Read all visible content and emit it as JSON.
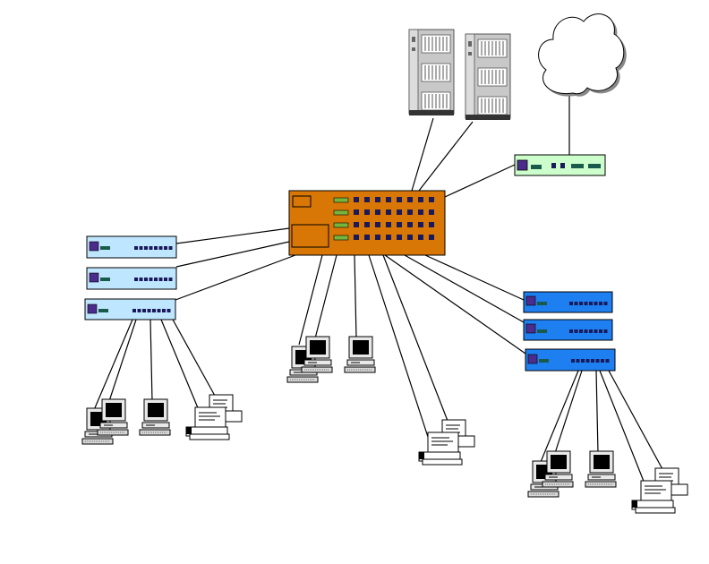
{
  "diagram": {
    "nodes": [
      {
        "id": "core-switch",
        "type": "chassis-switch",
        "color": "#d97706"
      },
      {
        "id": "server-1",
        "type": "tower-server",
        "color": "#c8c8c8"
      },
      {
        "id": "server-2",
        "type": "tower-server",
        "color": "#c8c8c8"
      },
      {
        "id": "wan-cloud",
        "type": "cloud",
        "color": "#ffffff"
      },
      {
        "id": "router",
        "type": "router",
        "color": "#ccffcc"
      },
      {
        "id": "left-hub-1",
        "type": "hub",
        "color": "#bfe6ff"
      },
      {
        "id": "left-hub-2",
        "type": "hub",
        "color": "#bfe6ff"
      },
      {
        "id": "left-hub-3",
        "type": "hub",
        "color": "#bfe6ff"
      },
      {
        "id": "right-hub-1",
        "type": "hub",
        "color": "#1e7ff0"
      },
      {
        "id": "right-hub-2",
        "type": "hub",
        "color": "#1e7ff0"
      },
      {
        "id": "right-hub-3",
        "type": "hub",
        "color": "#1e7ff0"
      },
      {
        "id": "left-workstation-1",
        "type": "workstation",
        "icon": "computer-icon"
      },
      {
        "id": "left-workstation-2",
        "type": "workstation",
        "icon": "computer-icon"
      },
      {
        "id": "left-workstation-3",
        "type": "workstation",
        "icon": "computer-icon"
      },
      {
        "id": "left-printer",
        "type": "printer",
        "icon": "printer-icon"
      },
      {
        "id": "center-workstation-1",
        "type": "workstation",
        "icon": "computer-icon"
      },
      {
        "id": "center-workstation-2",
        "type": "workstation",
        "icon": "computer-icon"
      },
      {
        "id": "center-workstation-3",
        "type": "workstation",
        "icon": "computer-icon"
      },
      {
        "id": "center-printer",
        "type": "printer",
        "icon": "printer-icon"
      },
      {
        "id": "right-workstation-1",
        "type": "workstation",
        "icon": "computer-icon"
      },
      {
        "id": "right-workstation-2",
        "type": "workstation",
        "icon": "computer-icon"
      },
      {
        "id": "right-workstation-3",
        "type": "workstation",
        "icon": "computer-icon"
      },
      {
        "id": "right-printer",
        "type": "printer",
        "icon": "printer-icon"
      }
    ],
    "links": [
      [
        "core-switch",
        "server-1"
      ],
      [
        "core-switch",
        "server-2"
      ],
      [
        "core-switch",
        "router"
      ],
      [
        "router",
        "wan-cloud"
      ],
      [
        "core-switch",
        "left-hub-1"
      ],
      [
        "core-switch",
        "left-hub-2"
      ],
      [
        "core-switch",
        "left-hub-3"
      ],
      [
        "core-switch",
        "right-hub-1"
      ],
      [
        "core-switch",
        "right-hub-2"
      ],
      [
        "core-switch",
        "right-hub-3"
      ],
      [
        "core-switch",
        "center-workstation-1"
      ],
      [
        "core-switch",
        "center-workstation-2"
      ],
      [
        "core-switch",
        "center-workstation-3"
      ],
      [
        "core-switch",
        "center-printer"
      ],
      [
        "left-hub-3",
        "left-workstation-1"
      ],
      [
        "left-hub-3",
        "left-workstation-2"
      ],
      [
        "left-hub-3",
        "left-workstation-3"
      ],
      [
        "left-hub-3",
        "left-printer"
      ],
      [
        "right-hub-3",
        "right-workstation-1"
      ],
      [
        "right-hub-3",
        "right-workstation-2"
      ],
      [
        "right-hub-3",
        "right-workstation-3"
      ],
      [
        "right-hub-3",
        "right-printer"
      ]
    ],
    "colors": {
      "line": "#000000",
      "core": "#d97706",
      "left_hub": "#bfe6ff",
      "right_hub": "#1e7ff0",
      "router": "#ccffcc",
      "port": "#1a1a5a",
      "led_green": "#78b43c",
      "status_purple": "#4b2c8c",
      "server": "#c8c8c8"
    }
  }
}
